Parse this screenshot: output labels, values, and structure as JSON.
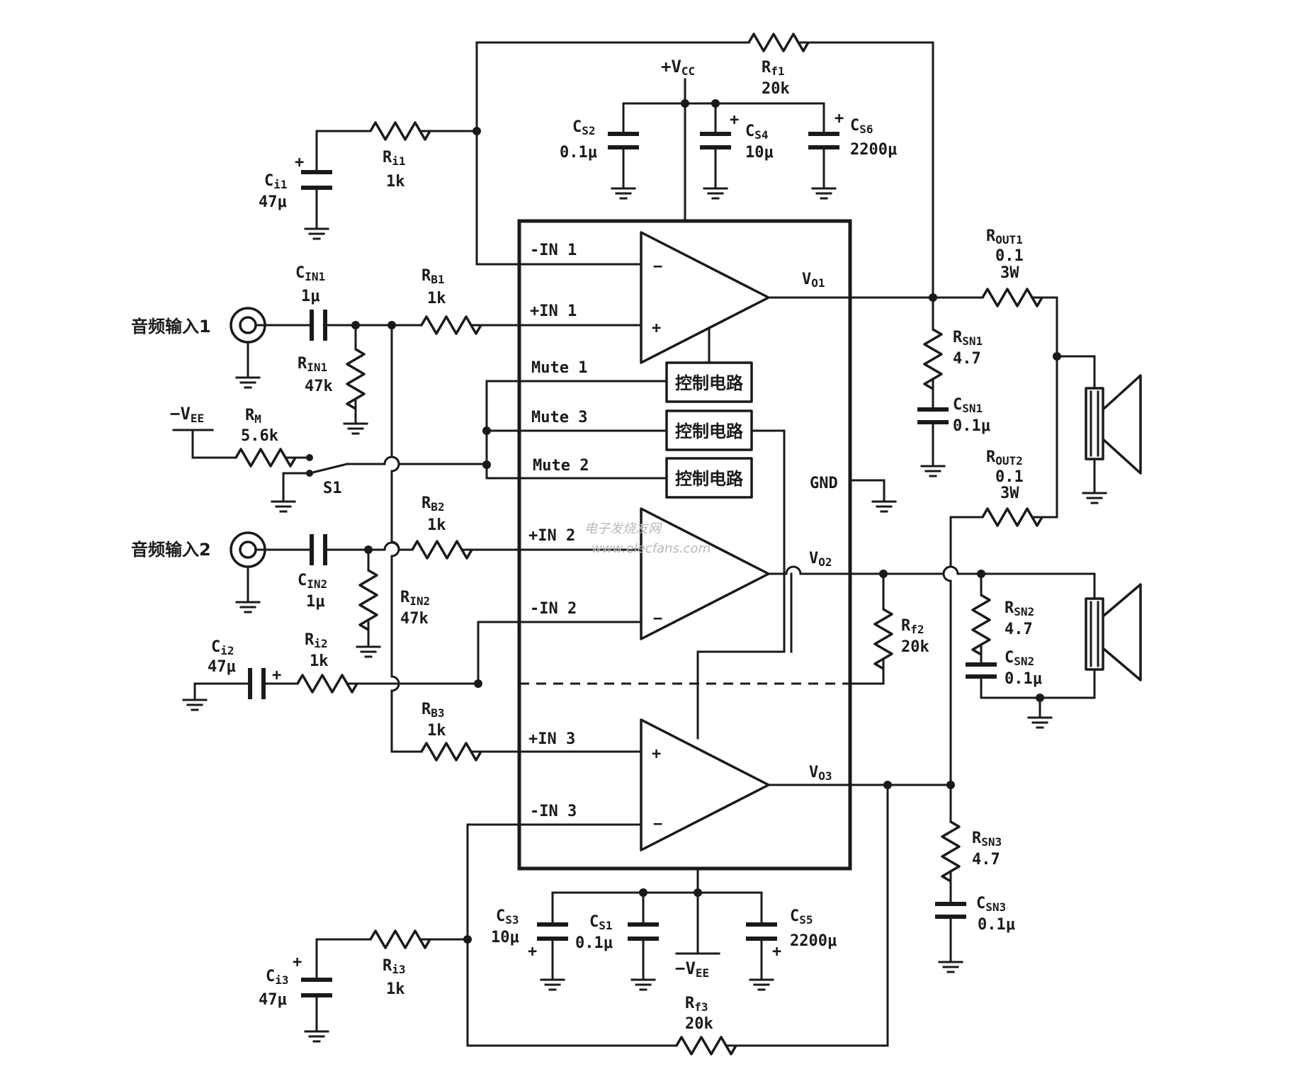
{
  "labels": {
    "vcc": "+V",
    "vcc_sub": "CC",
    "vee_top": "−V",
    "vee_top_sub": "EE",
    "vee_bot": "−V",
    "vee_bot_sub": "EE",
    "gnd": "GND",
    "s1": "S1",
    "audio_in1": "音频输入1",
    "audio_in2": "音频输入2"
  },
  "pins": {
    "in1_neg": "-IN 1",
    "in1_pos": "+IN 1",
    "mute1": "Mute 1",
    "mute3": "Mute 3",
    "mute2": "Mute 2",
    "in2_pos": "+IN 2",
    "in2_neg": "-IN 2",
    "in3_pos": "+IN 3",
    "in3_neg": "-IN 3",
    "vo1": "V",
    "vo1_sub": "O1",
    "vo2": "V",
    "vo2_sub": "O2",
    "vo3": "V",
    "vo3_sub": "O3"
  },
  "control_blocks": [
    "控制电路",
    "控制电路",
    "控制电路"
  ],
  "components": {
    "rf1": {
      "n": "R",
      "s": "f1",
      "v": "20k"
    },
    "rf2": {
      "n": "R",
      "s": "f2",
      "v": "20k"
    },
    "rf3": {
      "n": "R",
      "s": "f3",
      "v": "20k"
    },
    "ri1": {
      "n": "R",
      "s": "i1",
      "v": "1k"
    },
    "ri2": {
      "n": "R",
      "s": "i2",
      "v": "1k"
    },
    "ri3": {
      "n": "R",
      "s": "i3",
      "v": "1k"
    },
    "rb1": {
      "n": "R",
      "s": "B1",
      "v": "1k"
    },
    "rb2": {
      "n": "R",
      "s": "B2",
      "v": "1k"
    },
    "rb3": {
      "n": "R",
      "s": "B3",
      "v": "1k"
    },
    "rin1": {
      "n": "R",
      "s": "IN1",
      "v": "47k"
    },
    "rin2": {
      "n": "R",
      "s": "IN2",
      "v": "47k"
    },
    "rm": {
      "n": "R",
      "s": "M",
      "v": "5.6k"
    },
    "rout1": {
      "n": "R",
      "s": "OUT1",
      "v": "0.1",
      "v2": "3W"
    },
    "rout2": {
      "n": "R",
      "s": "OUT2",
      "v": "0.1",
      "v2": "3W"
    },
    "rsn1": {
      "n": "R",
      "s": "SN1",
      "v": "4.7"
    },
    "rsn2": {
      "n": "R",
      "s": "SN2",
      "v": "4.7"
    },
    "rsn3": {
      "n": "R",
      "s": "SN3",
      "v": "4.7"
    },
    "ci1": {
      "n": "C",
      "s": "i1",
      "v": "47μ"
    },
    "ci2": {
      "n": "C",
      "s": "i2",
      "v": "47μ"
    },
    "ci3": {
      "n": "C",
      "s": "i3",
      "v": "47μ"
    },
    "cin1": {
      "n": "C",
      "s": "IN1",
      "v": "1μ"
    },
    "cin2": {
      "n": "C",
      "s": "IN2",
      "v": "1μ"
    },
    "cs1": {
      "n": "C",
      "s": "S1",
      "v": "0.1μ"
    },
    "cs2": {
      "n": "C",
      "s": "S2",
      "v": "0.1μ"
    },
    "cs3": {
      "n": "C",
      "s": "S3",
      "v": "10μ"
    },
    "cs4": {
      "n": "C",
      "s": "S4",
      "v": "10μ"
    },
    "cs5": {
      "n": "C",
      "s": "S5",
      "v": "2200μ"
    },
    "cs6": {
      "n": "C",
      "s": "S6",
      "v": "2200μ"
    },
    "csn1": {
      "n": "C",
      "s": "SN1",
      "v": "0.1μ"
    },
    "csn2": {
      "n": "C",
      "s": "SN2",
      "v": "0.1μ"
    },
    "csn3": {
      "n": "C",
      "s": "SN3",
      "v": "0.1μ"
    }
  },
  "watermark": {
    "line1": "电子发烧友网",
    "line2": "www.elecfans.com"
  }
}
